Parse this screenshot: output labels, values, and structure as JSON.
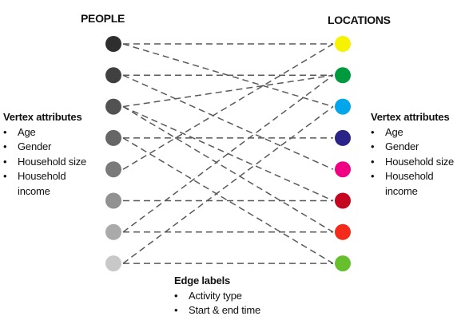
{
  "headings": {
    "people": "PEOPLE",
    "locations": "LOCATIONS"
  },
  "left_attributes": {
    "title": "Vertex attributes",
    "items": [
      "Age",
      "Gender",
      "Household size",
      "Household income"
    ]
  },
  "right_attributes": {
    "title": "Vertex attributes",
    "items": [
      "Age",
      "Gender",
      "Household size",
      "Household income"
    ]
  },
  "edge_labels": {
    "title": "Edge labels",
    "items": [
      "Activity type",
      "Start & end time"
    ]
  },
  "people_nodes": [
    {
      "name": "person-1",
      "color": "#2e2e2e"
    },
    {
      "name": "person-2",
      "color": "#404040"
    },
    {
      "name": "person-3",
      "color": "#525252"
    },
    {
      "name": "person-4",
      "color": "#666666"
    },
    {
      "name": "person-5",
      "color": "#7a7a7a"
    },
    {
      "name": "person-6",
      "color": "#919191"
    },
    {
      "name": "person-7",
      "color": "#aaaaaa"
    },
    {
      "name": "person-8",
      "color": "#c8c8c8"
    }
  ],
  "location_nodes": [
    {
      "name": "location-yellow",
      "color": "#f7f200"
    },
    {
      "name": "location-green",
      "color": "#009a3e"
    },
    {
      "name": "location-light-blue",
      "color": "#03a6ea"
    },
    {
      "name": "location-navy",
      "color": "#2a2488"
    },
    {
      "name": "location-pink",
      "color": "#f00082"
    },
    {
      "name": "location-crimson",
      "color": "#c4071e"
    },
    {
      "name": "location-red",
      "color": "#f42a1a"
    },
    {
      "name": "location-lime",
      "color": "#66c02e"
    }
  ],
  "edges": [
    [
      0,
      0
    ],
    [
      0,
      2
    ],
    [
      1,
      1
    ],
    [
      1,
      4
    ],
    [
      2,
      1
    ],
    [
      2,
      5
    ],
    [
      2,
      6
    ],
    [
      3,
      3
    ],
    [
      3,
      7
    ],
    [
      4,
      0
    ],
    [
      5,
      5
    ],
    [
      6,
      1
    ],
    [
      6,
      6
    ],
    [
      7,
      2
    ],
    [
      7,
      7
    ]
  ]
}
